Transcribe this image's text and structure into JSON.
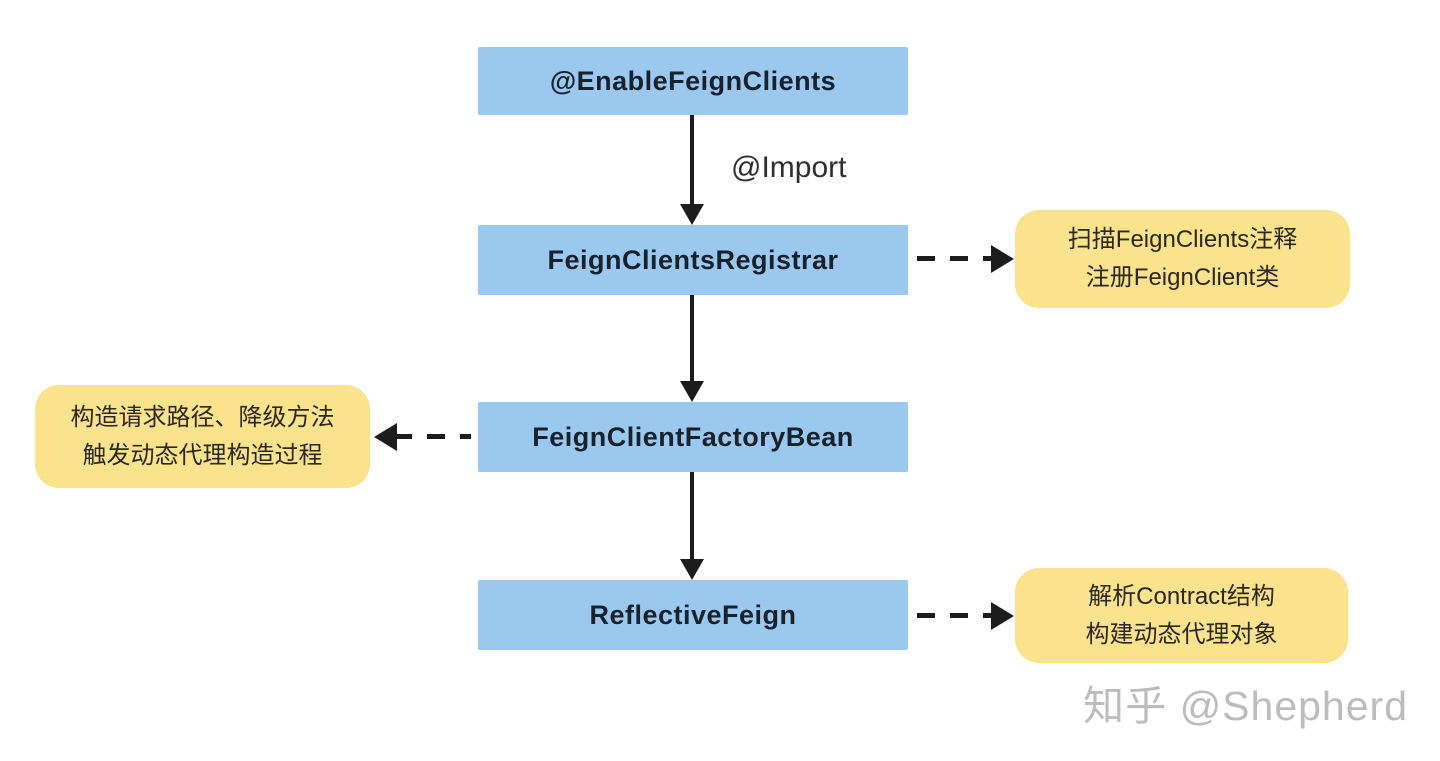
{
  "diagram": {
    "nodes": [
      {
        "id": "enable-feign-clients",
        "label": "@EnableFeignClients"
      },
      {
        "id": "feign-clients-registrar",
        "label": "FeignClientsRegistrar"
      },
      {
        "id": "feign-client-factory-bean",
        "label": "FeignClientFactoryBean"
      },
      {
        "id": "reflective-feign",
        "label": "ReflectiveFeign"
      }
    ],
    "edges": [
      {
        "from": "enable-feign-clients",
        "to": "feign-clients-registrar",
        "label": "@Import",
        "style": "solid-arrow-down"
      },
      {
        "from": "feign-clients-registrar",
        "to": "feign-client-factory-bean",
        "label": "",
        "style": "solid-arrow-down"
      },
      {
        "from": "feign-client-factory-bean",
        "to": "reflective-feign",
        "label": "",
        "style": "solid-arrow-down"
      },
      {
        "from": "feign-clients-registrar",
        "to": "note-scan-register",
        "style": "dashed-arrow-right"
      },
      {
        "from": "feign-client-factory-bean",
        "to": "note-build-trigger",
        "style": "dashed-arrow-left"
      },
      {
        "from": "reflective-feign",
        "to": "note-parse-contract",
        "style": "dashed-arrow-right"
      }
    ],
    "notes": [
      {
        "id": "note-scan-register",
        "lines": [
          "扫描FeignClients注释",
          "注册FeignClient类"
        ]
      },
      {
        "id": "note-build-trigger",
        "lines": [
          "构造请求路径、降级方法",
          "触发动态代理构造过程"
        ]
      },
      {
        "id": "note-parse-contract",
        "lines": [
          "解析Contract结构",
          "构建动态代理对象"
        ]
      }
    ],
    "colors": {
      "node_fill": "#9ac8ee",
      "node_text": "#17222c",
      "note_fill": "#fbe28c",
      "note_text": "#2b2820",
      "arrow": "#1c1c1c",
      "background": "#ffffff",
      "watermark_text": "#bcbcbc"
    }
  },
  "watermark": {
    "text": "知乎 @Shepherd"
  }
}
